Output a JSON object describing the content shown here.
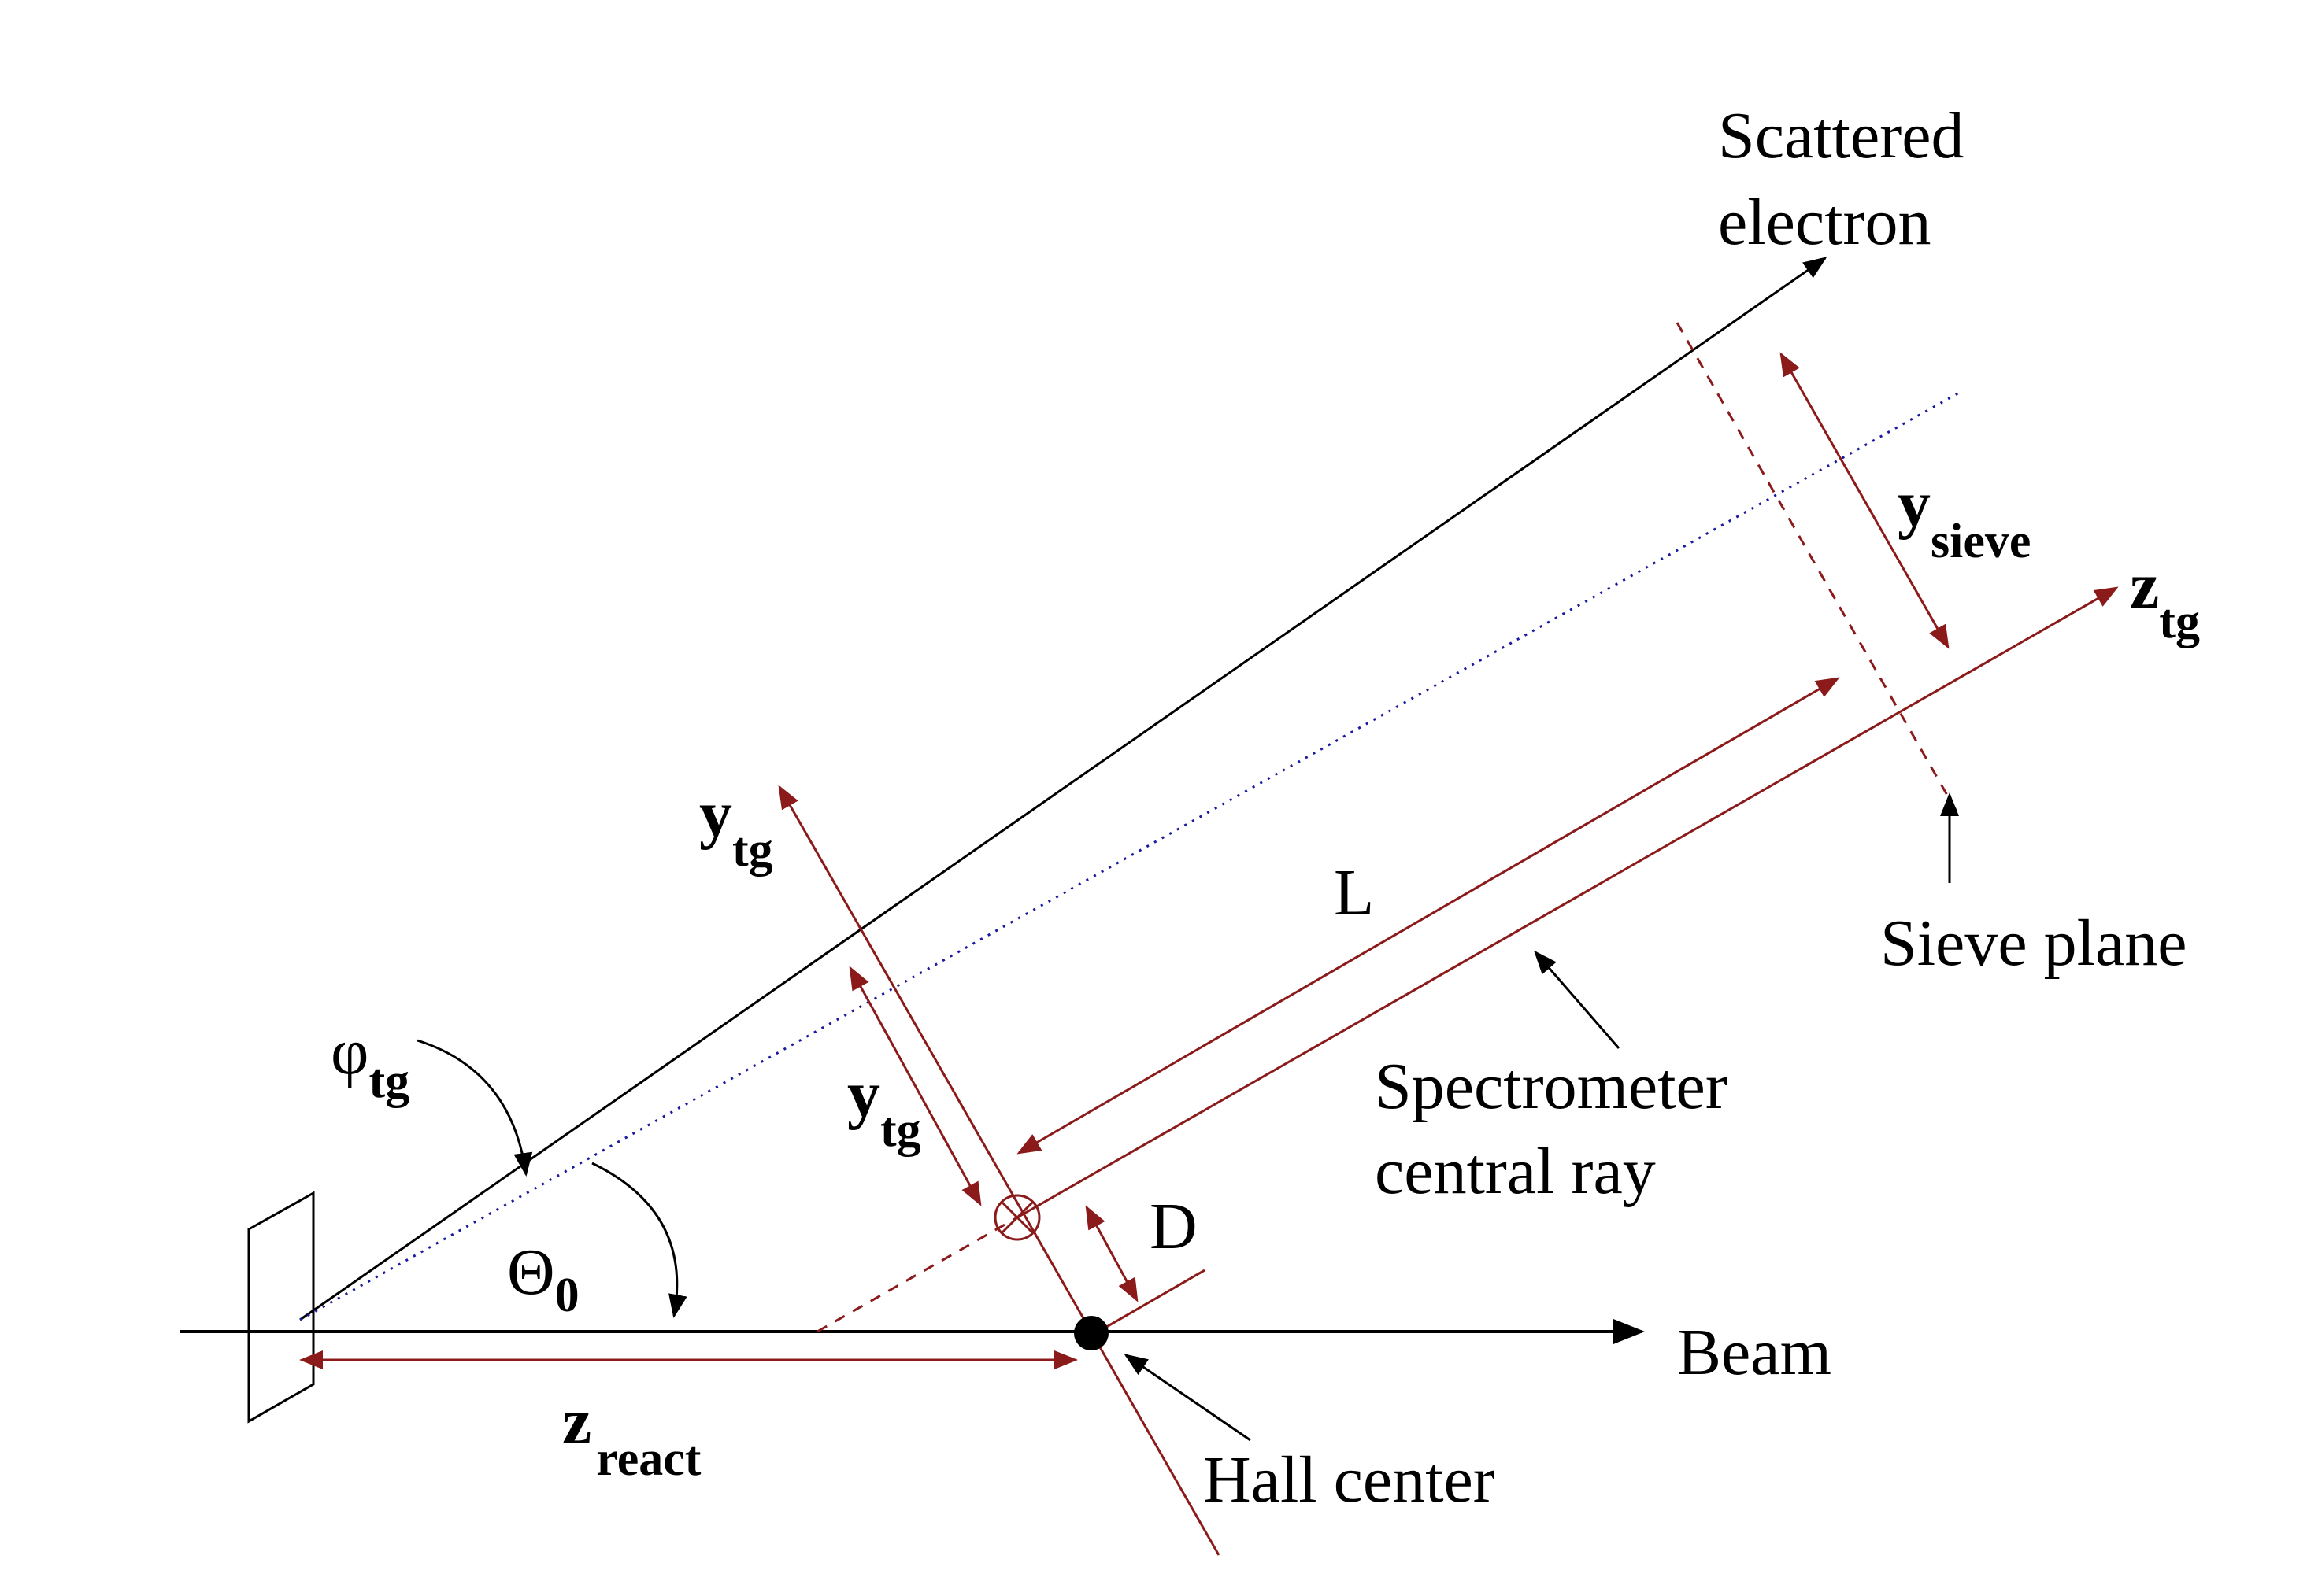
{
  "labels": {
    "scattered_line1": "Scattered",
    "scattered_line2": "electron",
    "y_sieve_main": "y",
    "y_sieve_sub": "sieve",
    "z_tg_main": "z",
    "z_tg_sub": "tg",
    "y_tg_axis_main": "y",
    "y_tg_axis_sub": "tg",
    "y_tg_dist_main": "y",
    "y_tg_dist_sub": "tg",
    "L": "L",
    "D": "D",
    "sieve_plane": "Sieve plane",
    "spectrometer_line1": "Spectrometer",
    "spectrometer_line2": "central ray",
    "phi_tg_main": "φ",
    "phi_tg_sub": "tg",
    "theta0_main": "Θ",
    "theta0_sub": "0",
    "beam": "Beam",
    "z_react_main": "z",
    "z_react_sub": "react",
    "hall_center": "Hall center"
  },
  "colors": {
    "black": "#000000",
    "red": "#8b1a1a",
    "blue_dotted": "#1a1aa0"
  }
}
